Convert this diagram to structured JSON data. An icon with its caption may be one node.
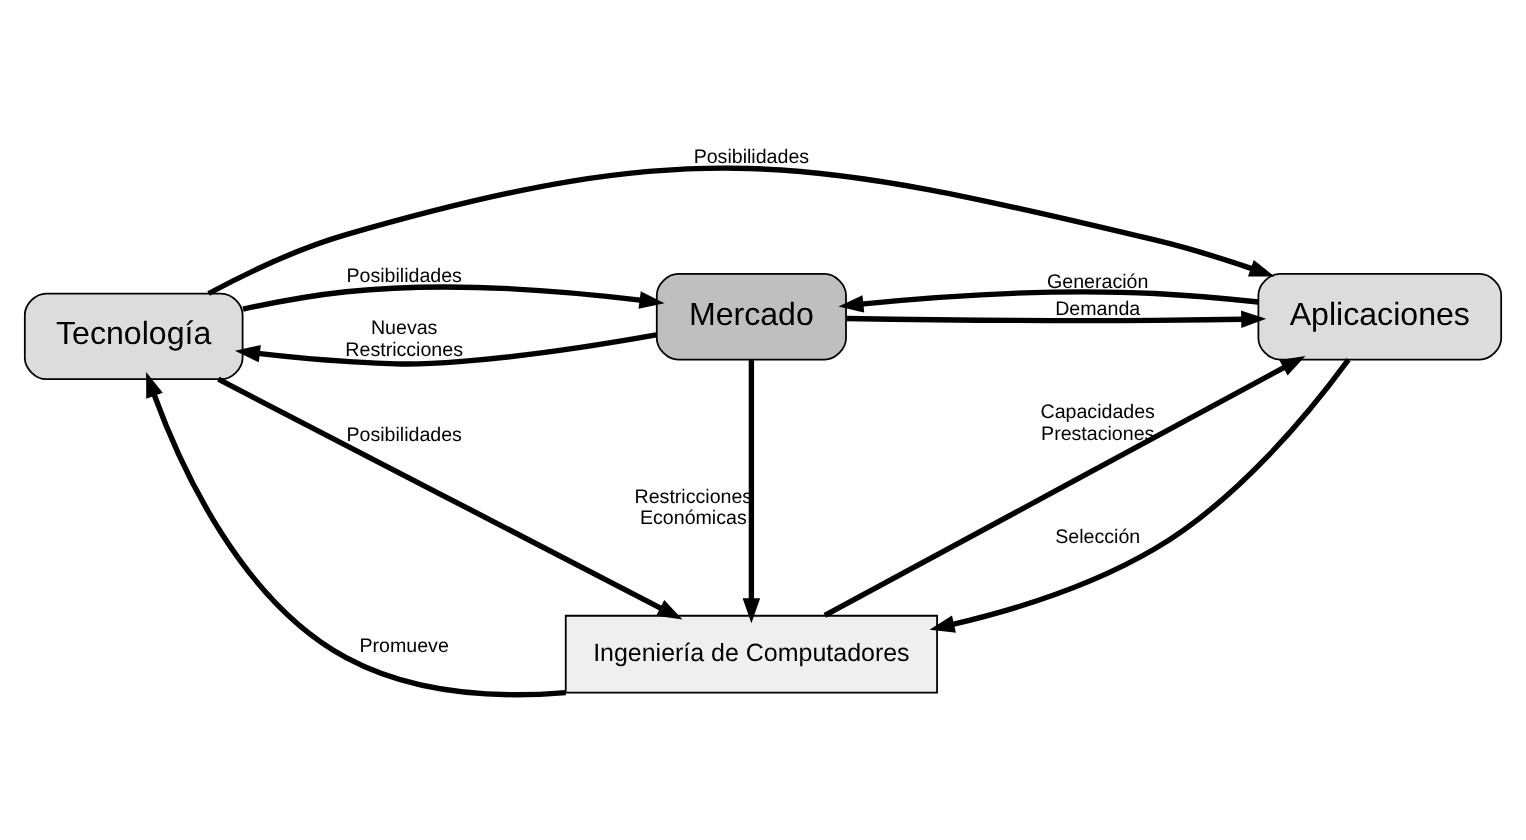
{
  "diagram": {
    "nodes": [
      {
        "text": [
          "Tecnología"
        ]
      },
      {
        "text": [
          "Ingeniería de Computadores"
        ]
      },
      {
        "text": [
          "Aplicaciones"
        ]
      },
      {
        "text": [
          "Mercado"
        ]
      }
    ],
    "edges": [
      {
        "from": 0,
        "to": 2,
        "arrow": "to",
        "label": "Posibilidades"
      },
      {
        "from": 1,
        "to": 0,
        "arrow": "to",
        "label": "Promueve"
      },
      {
        "from": 0,
        "to": 1,
        "arrow": "to",
        "label": "Posibilidades"
      },
      {
        "from": 1,
        "to": 2,
        "arrow": "to",
        "label": "Capacidades Prestaciones"
      },
      {
        "from": 2,
        "to": 1,
        "arrow": "to",
        "label": "Selección"
      },
      {
        "from": 0,
        "to": 3,
        "arrow": "to",
        "label": "Posibilidades"
      },
      {
        "from": 3,
        "to": 0,
        "arrow": "to",
        "label": "Nuevas Restricciones"
      },
      {
        "from": 3,
        "to": 1,
        "arrow": "to",
        "label": "Restricciones Económicas"
      },
      {
        "from": 3,
        "to": 2,
        "arrow": "to",
        "label": "Demanda"
      },
      {
        "from": 2,
        "to": 3,
        "arrow": "to",
        "label": "Generación"
      }
    ]
  }
}
